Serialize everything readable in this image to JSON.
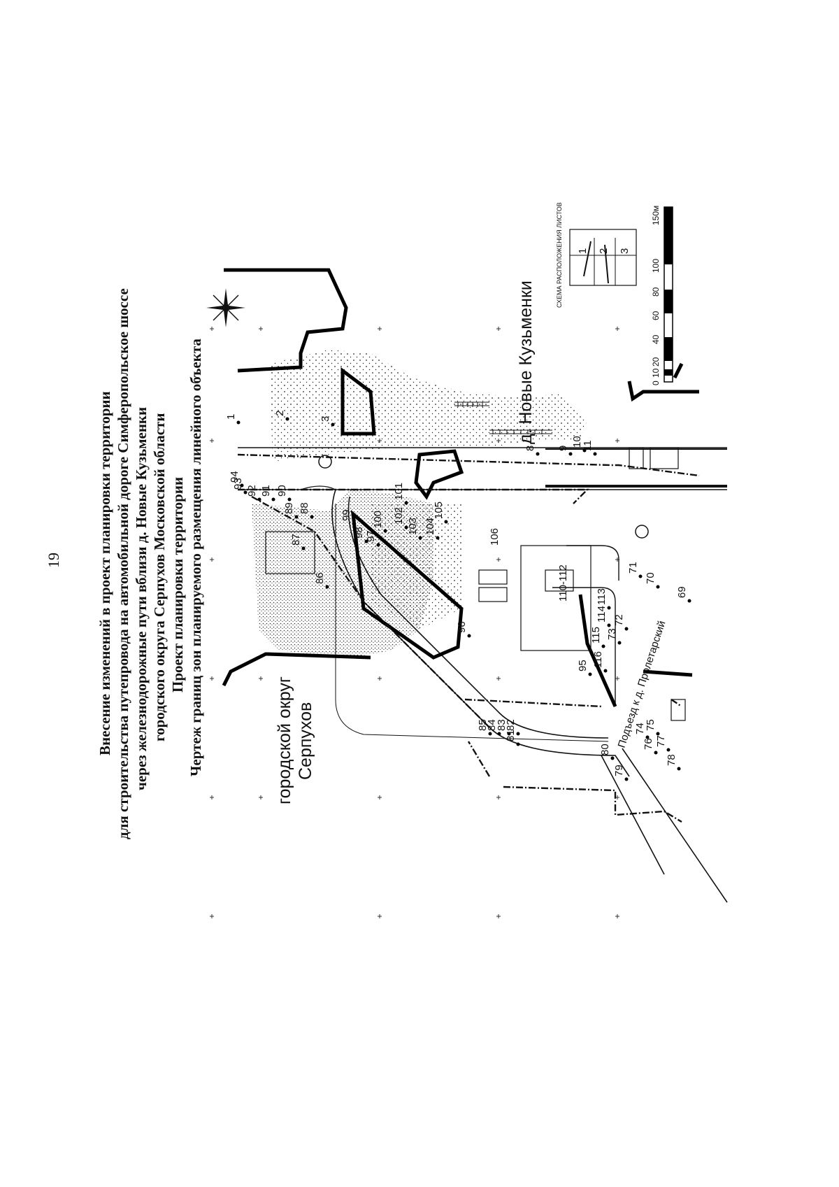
{
  "page_number": "19",
  "title_lines": [
    "Внесение изменений в проект планировки территории",
    "для строительства путепровода на автомобильной дороге Симферопольское шоссе",
    "через железнодорожные пути вблизи д. Новые Кузьменки",
    "городского округа Серпухов Московской области",
    "Проект планировки территории",
    "Чертеж границ зон планируемого размещения линейного объекта"
  ],
  "labels": {
    "serpukhov_1": "городской округ",
    "serpukhov_2": "Серпухов",
    "village": "д. Новые Кузьменки",
    "street": "Подъезд к д. Пролетарский",
    "scheme_title": "СХЕМА РАСПОЛОЖЕНИЯ ЛИСТОВ",
    "area_a": "110-112",
    "area_b": "106"
  },
  "sheet_numbers": [
    "1",
    "2",
    "3"
  ],
  "scale_bar": {
    "ticks": [
      "0",
      "10",
      "20",
      "40",
      "60",
      "80",
      "100",
      "150м"
    ]
  },
  "boundary_points": [
    {
      "id": "p1",
      "label": "1"
    },
    {
      "id": "p2",
      "label": "2"
    },
    {
      "id": "p3",
      "label": "3"
    },
    {
      "id": "p8",
      "label": "8"
    },
    {
      "id": "p9",
      "label": "9"
    },
    {
      "id": "p10",
      "label": "10"
    },
    {
      "id": "p11",
      "label": "11"
    },
    {
      "id": "p69",
      "label": "69"
    },
    {
      "id": "p70",
      "label": "70"
    },
    {
      "id": "p71",
      "label": "71"
    },
    {
      "id": "p72",
      "label": "72"
    },
    {
      "id": "p73",
      "label": "73"
    },
    {
      "id": "p74",
      "label": "74"
    },
    {
      "id": "p75",
      "label": "75"
    },
    {
      "id": "p76",
      "label": "76"
    },
    {
      "id": "p77",
      "label": "77"
    },
    {
      "id": "p78",
      "label": "78"
    },
    {
      "id": "p79",
      "label": "79"
    },
    {
      "id": "p80",
      "label": "80"
    },
    {
      "id": "p81",
      "label": "81"
    },
    {
      "id": "p82",
      "label": "82"
    },
    {
      "id": "p83",
      "label": "83"
    },
    {
      "id": "p84",
      "label": "84"
    },
    {
      "id": "p85",
      "label": "85"
    },
    {
      "id": "p86",
      "label": "86"
    },
    {
      "id": "p87",
      "label": "87"
    },
    {
      "id": "p88",
      "label": "88"
    },
    {
      "id": "p89",
      "label": "89"
    },
    {
      "id": "p90",
      "label": "90"
    },
    {
      "id": "p91",
      "label": "91"
    },
    {
      "id": "p92",
      "label": "92"
    },
    {
      "id": "p93",
      "label": "93"
    },
    {
      "id": "p94",
      "label": "94"
    },
    {
      "id": "p95",
      "label": "95"
    },
    {
      "id": "p96",
      "label": "96"
    },
    {
      "id": "p97",
      "label": "97"
    },
    {
      "id": "p98",
      "label": "98"
    },
    {
      "id": "p99",
      "label": "99"
    },
    {
      "id": "p100",
      "label": "100"
    },
    {
      "id": "p101",
      "label": "101"
    },
    {
      "id": "p102",
      "label": "102"
    },
    {
      "id": "p103",
      "label": "103"
    },
    {
      "id": "p104",
      "label": "104"
    },
    {
      "id": "p105",
      "label": "105"
    },
    {
      "id": "p113",
      "label": "113"
    },
    {
      "id": "p114",
      "label": "114"
    },
    {
      "id": "p115",
      "label": "115"
    },
    {
      "id": "p116",
      "label": "116"
    }
  ]
}
